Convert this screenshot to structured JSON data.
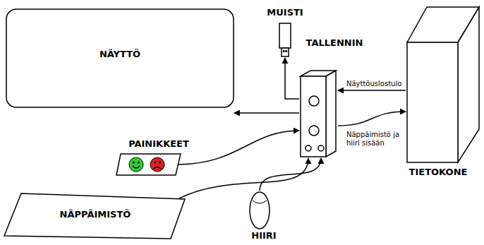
{
  "diagram": {
    "nodes": [
      {
        "text": [
          "MUISTI"
        ]
      },
      {
        "text": [
          "NÄYTTÖ"
        ]
      },
      {
        "text": [
          "TALLENNIN"
        ]
      },
      {
        "text": [
          "TIETOKONE"
        ]
      },
      {
        "text": [
          "PAINIKKEET"
        ]
      },
      {
        "text": [
          "NÄPPÄIMISTÖ"
        ]
      },
      {
        "text": [
          "HIIRI"
        ]
      }
    ],
    "edges": [
      {
        "from": 2,
        "to": 1,
        "arrow": "to"
      },
      {
        "from": 2,
        "to": 0,
        "arrow": "to"
      },
      {
        "from": 3,
        "to": 2,
        "label": "Näyttöuslostulo",
        "arrow": "to"
      },
      {
        "from": 2,
        "to": 3,
        "label": "Näppäimistö ja hiiri sisään",
        "arrow": "to"
      },
      {
        "from": 4,
        "to": 2,
        "arrow": "to"
      },
      {
        "from": 5,
        "to": 2,
        "arrow": "to"
      },
      {
        "from": 6,
        "to": 2,
        "arrow": "to"
      }
    ]
  }
}
